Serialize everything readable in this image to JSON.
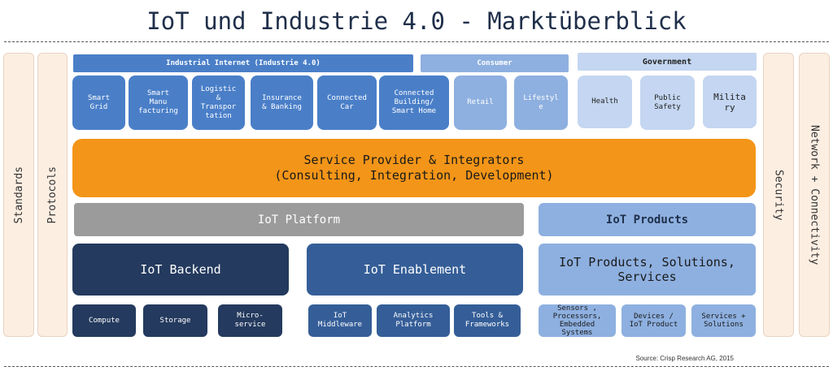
{
  "title": "IoT und Industrie 4.0 - Marktüberblick",
  "left": {
    "standards": "Standards",
    "protocols": "Protocols"
  },
  "right": {
    "security": "Security",
    "network": "Network + Connectivity"
  },
  "headers": {
    "industrial": "Industrial Internet (Industrie 4.0)",
    "consumer": "Consumer",
    "government": "Government"
  },
  "tiles": {
    "smart_grid": "Smart\nGrid",
    "smart_manufacturing": "Smart\nManu\nfacturing",
    "logistic": "Logistic\n&\nTranspor\ntation",
    "insurance": "Insurance\n& Banking",
    "connected_car": "Connected\nCar",
    "connected_building": "Connected\nBuilding/\nSmart Home",
    "retail": "Retail",
    "lifestyle": "Lifestyl\ne",
    "health": "Health",
    "public_safety": "Public\nSafety",
    "military": "Milita\nry"
  },
  "service_provider": "Service Provider & Integrators\n(Consulting, Integration, Development)",
  "platform": "IoT Platform",
  "products_header": "IoT Products",
  "backend": "IoT Backend",
  "enablement": "IoT Enablement",
  "products_solutions": "IoT Products, Solutions,\nServices",
  "bottom": {
    "compute": "Compute",
    "storage": "Storage",
    "microservice": "Micro-\nservice",
    "middleware": "IoT\nMiddleware",
    "analytics": "Analytics\nPlatform",
    "tools": "Tools &\nFrameworks",
    "sensors": "Sensors ,\nProcessors,\nEmbedded\nSystems",
    "devices": "Devices /\nIoT Product",
    "services": "Services +\nSolutions"
  },
  "source": "Source: Crisp Research AG, 2015",
  "colors": {
    "industrial_blue": "#4a7fc8",
    "consumer_blue": "#8eb0e0",
    "government_blue": "#c4d6f1",
    "service_orange": "#f39518",
    "platform_gray": "#9b9b9b",
    "backend_navy": "#243a5e",
    "enablement_blue": "#355e98",
    "side_column": "#fdeee2"
  }
}
